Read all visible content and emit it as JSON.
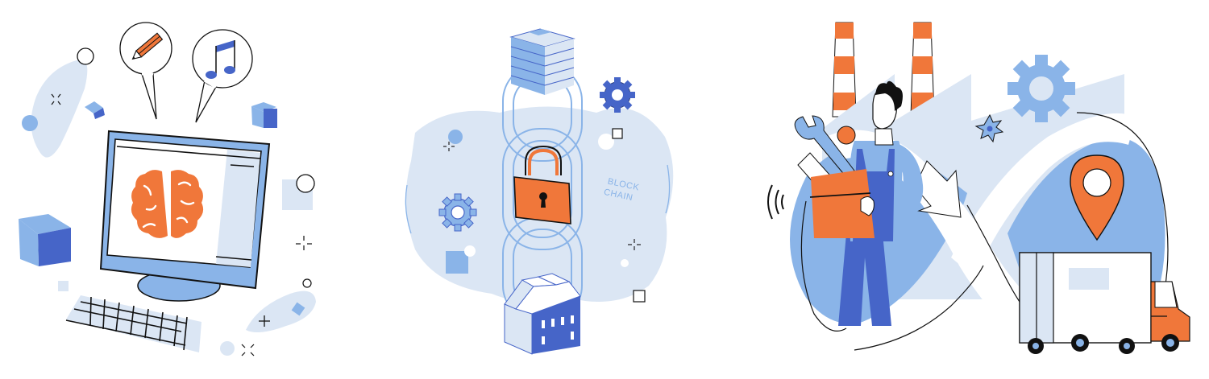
{
  "colors": {
    "light_blue": "#dbe6f4",
    "mid_blue": "#8ab4e8",
    "dark_blue": "#4665c8",
    "orange": "#f0773a",
    "ink": "#111111"
  },
  "scenes": [
    {
      "name": "ai-computer",
      "icons": [
        "pencil-icon",
        "music-note-icon",
        "brain-icon",
        "monitor-icon",
        "keyboard-icon"
      ]
    },
    {
      "name": "blockchain",
      "label_line1": "BLOCK",
      "label_line2": "CHAIN",
      "icons": [
        "building-icon",
        "chain-icon",
        "padlock-icon",
        "factory-icon",
        "gear-icon"
      ]
    },
    {
      "name": "logistics",
      "icons": [
        "worker-icon",
        "wrench-icon",
        "location-pin-icon",
        "truck-icon",
        "gear-icon",
        "chimney-icon"
      ]
    }
  ]
}
